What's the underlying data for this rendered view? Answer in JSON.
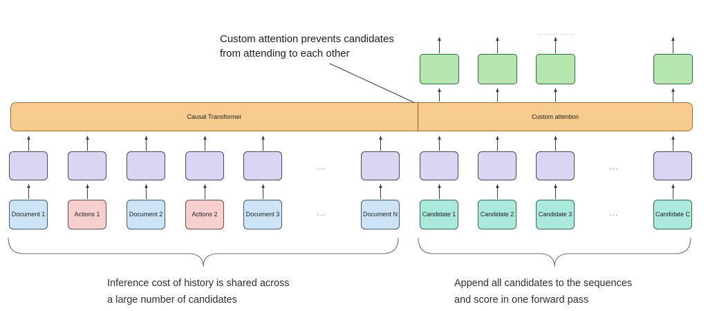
{
  "figure": {
    "note": {
      "line1": "Custom attention prevents candidates",
      "line2": "from attending to each other"
    },
    "bar": {
      "left_label": "Causal Transformer",
      "right_label": "Custom attention"
    },
    "history_tokens": [
      {
        "label": "Document 1",
        "type": "document"
      },
      {
        "label": "Actions 1",
        "type": "actions"
      },
      {
        "label": "Document 2",
        "type": "document"
      },
      {
        "label": "Actions 2",
        "type": "actions"
      },
      {
        "label": "Document 3",
        "type": "document"
      },
      {
        "label": "Document N",
        "type": "document"
      }
    ],
    "candidate_tokens": [
      {
        "label": "Candidate 1"
      },
      {
        "label": "Candidate 2"
      },
      {
        "label": "Candidate 3"
      },
      {
        "label": "Candidate C"
      }
    ],
    "ellipsis": "...",
    "left_caption": {
      "line1": "Inference cost of history is shared across",
      "line2": "a large number of candidates"
    },
    "right_caption": {
      "line1": "Append all candidates to the sequences",
      "line2": "and score in one forward pass"
    },
    "colors": {
      "bar_fill": "#F8CB8E",
      "bar_border": "#9A6B35",
      "document_fill": "#CDE4F6",
      "actions_fill": "#F7CFCD",
      "candidate_fill": "#ABE9DC",
      "hidden_state_fill": "#D9D5F3",
      "output_fill": "#B5E6B0",
      "arrow_color": "#3c3c3c",
      "brace_color": "#6f6f6f"
    }
  }
}
